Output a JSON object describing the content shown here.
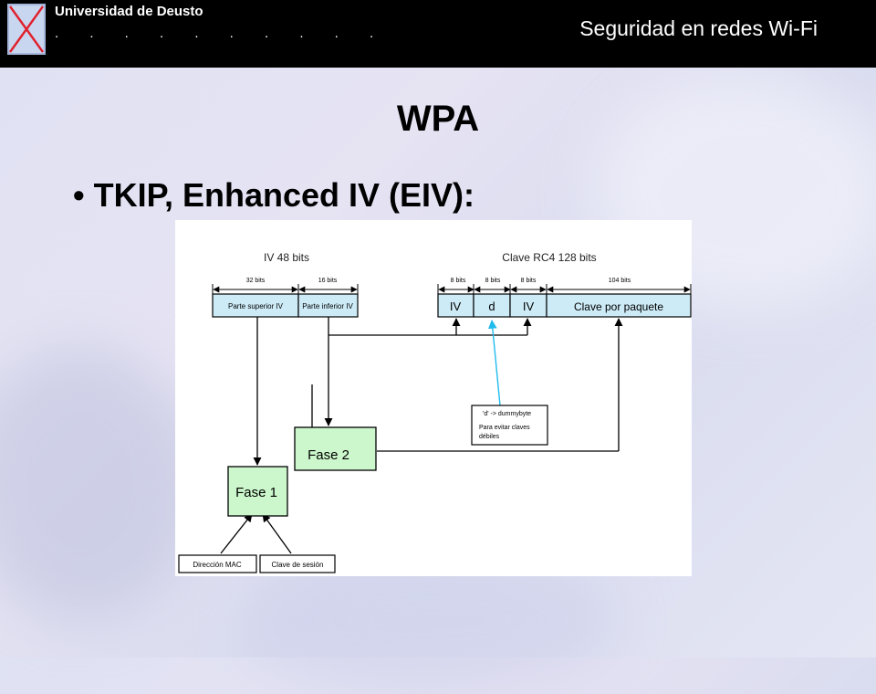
{
  "header": {
    "university": "Universidad de Deusto",
    "dots": ". . . . . . . . . .",
    "course": "Seguridad en redes Wi-Fi"
  },
  "slide": {
    "title": "WPA",
    "bullet": "TKIP, Enhanced IV (EIV):"
  },
  "diagram": {
    "iv_title": "IV 48 bits",
    "clave_title": "Clave RC4 128 bits",
    "dims": {
      "d32": "32 bits",
      "d16": "16 bits",
      "d8a": "8 bits",
      "d8b": "8 bits",
      "d8c": "8 bits",
      "d104": "104 bits"
    },
    "boxes": {
      "parte_sup": "Parte superior IV",
      "parte_inf": "Parte inferior IV",
      "iv1": "IV",
      "d": "d",
      "iv2": "IV",
      "clave_paquete": "Clave por paquete",
      "fase2": "Fase 2",
      "fase1": "Fase 1",
      "mac": "Dirección MAC",
      "sesion": "Clave de sesión"
    },
    "note": {
      "line1": "'d' -> dummybyte",
      "line2": "Para evitar claves",
      "line3": "débiles"
    },
    "colors": {
      "key_box": "#cdebf7",
      "phase_box": "#ccf7cc",
      "highlight_arrow": "#22bbee"
    }
  }
}
